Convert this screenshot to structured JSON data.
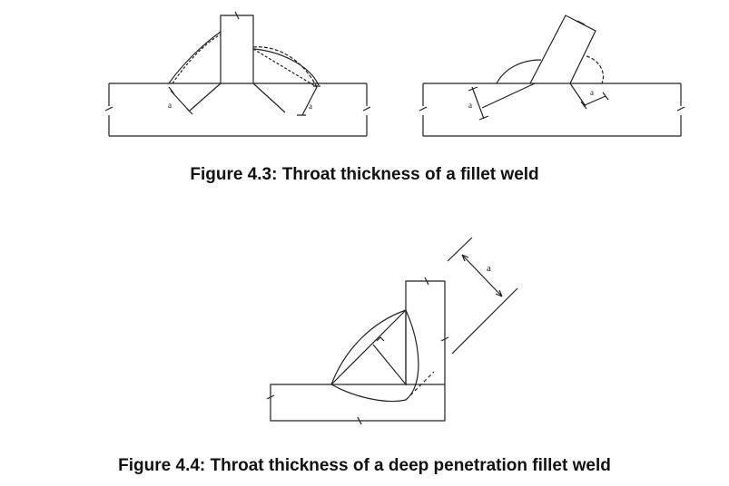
{
  "figure_4_3": {
    "caption": "Figure 4.3: Throat thickness of a fillet weld",
    "label_a_left_1": "a",
    "label_a_left_2": "a",
    "label_a_right_1": "a",
    "label_a_right_2": "a"
  },
  "figure_4_4": {
    "caption": "Figure 4.4: Throat thickness of a deep penetration fillet weld",
    "label_a": "a"
  }
}
